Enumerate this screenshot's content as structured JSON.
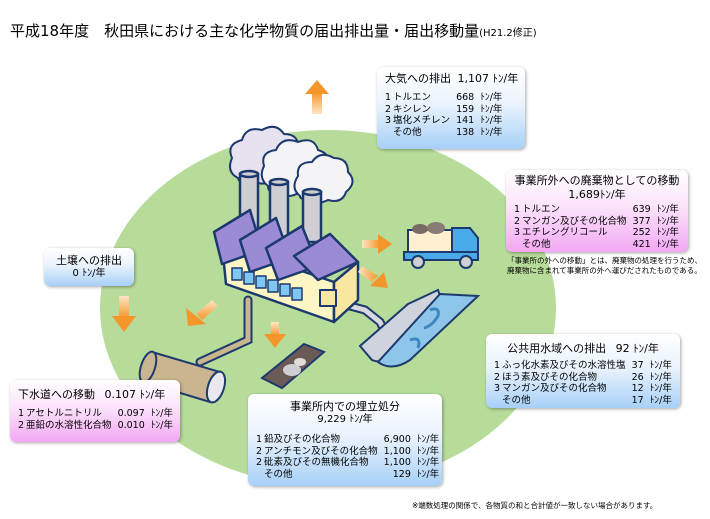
{
  "title": {
    "main": "平成18年度　秋田県における主な化学物質の届出排出量・届出移動量",
    "note": "(H21.2修正)"
  },
  "boxes": {
    "air": {
      "heading": "大気への排出",
      "total": "1,107 ﾄﾝ/年",
      "rows": [
        {
          "rank": "1",
          "name": "トルエン",
          "value": "668",
          "unit": "ﾄﾝ/年"
        },
        {
          "rank": "2",
          "name": "キシレン",
          "value": "159",
          "unit": "ﾄﾝ/年"
        },
        {
          "rank": "3",
          "name": "塩化メチレン",
          "value": "141",
          "unit": "ﾄﾝ/年"
        },
        {
          "rank": "",
          "name": "その他",
          "value": "138",
          "unit": "ﾄﾝ/年"
        }
      ]
    },
    "offsite": {
      "heading": "事業所外への廃棄物としての移動",
      "total": "1,689ﾄﾝ/年",
      "rows": [
        {
          "rank": "1",
          "name": "トルエン",
          "value": "639",
          "unit": "ﾄﾝ/年"
        },
        {
          "rank": "2",
          "name": "マンガン及びその化合物",
          "value": "377",
          "unit": "ﾄﾝ/年"
        },
        {
          "rank": "3",
          "name": "エチレングリコール",
          "value": "252",
          "unit": "ﾄﾝ/年"
        },
        {
          "rank": "",
          "name": "その他",
          "value": "421",
          "unit": "ﾄﾝ/年"
        }
      ],
      "caption_line1": "「事業所の外への移動」とは、廃棄物の処理を行うため、",
      "caption_line2": "廃棄物に含まれて事業所の外へ運びだされたものである。"
    },
    "soil": {
      "heading": "土壌への排出",
      "total": "0 ﾄﾝ/年"
    },
    "water": {
      "heading": "公共用水域への排出",
      "total": "92 ﾄﾝ/年",
      "rows": [
        {
          "rank": "1",
          "name": "ふっ化水素及びその水溶性塩",
          "value": "37",
          "unit": "ﾄﾝ/年"
        },
        {
          "rank": "2",
          "name": "ほう素及びその化合物",
          "value": "26",
          "unit": "ﾄﾝ/年"
        },
        {
          "rank": "3",
          "name": "マンガン及びその化合物",
          "value": "12",
          "unit": "ﾄﾝ/年"
        },
        {
          "rank": "",
          "name": "その他",
          "value": "17",
          "unit": "ﾄﾝ/年"
        }
      ]
    },
    "sewer": {
      "heading": "下水道への移動",
      "total": "0.107 ﾄﾝ/年",
      "rows": [
        {
          "rank": "1",
          "name": "アセトルニトリル",
          "value": "0.097",
          "unit": "ﾄﾝ/年"
        },
        {
          "rank": "2",
          "name": "亜鉛の水溶性化合物",
          "value": "0.010",
          "unit": "ﾄﾝ/年"
        }
      ]
    },
    "landfill": {
      "heading": "事業所内での埋立処分",
      "total": "9,229 ﾄﾝ/年",
      "rows": [
        {
          "rank": "1",
          "name": "鉛及びその化合物",
          "value": "6,900",
          "unit": "ﾄﾝ/年"
        },
        {
          "rank": "2",
          "name": "アンチモン及びその化合物",
          "value": "1,100",
          "unit": "ﾄﾝ/年"
        },
        {
          "rank": "2",
          "name": "砒素及びその無機化合物",
          "value": "1,100",
          "unit": "ﾄﾝ/年"
        },
        {
          "rank": "",
          "name": "その他",
          "value": "129",
          "unit": "ﾄﾝ/年"
        }
      ]
    }
  },
  "footnote": "※端数処理の関係で、各物質の和と合計値が一致しない場合があります。",
  "colors": {
    "ground": "#b7dc9a",
    "arrow": "#f5962b",
    "roof": "#9b8ad6",
    "wall": "#fdf5c4",
    "window": "#7fc6f2",
    "outline": "#1d3a6e",
    "truck": "#4aa9e8",
    "water": "#8ec6ea"
  }
}
